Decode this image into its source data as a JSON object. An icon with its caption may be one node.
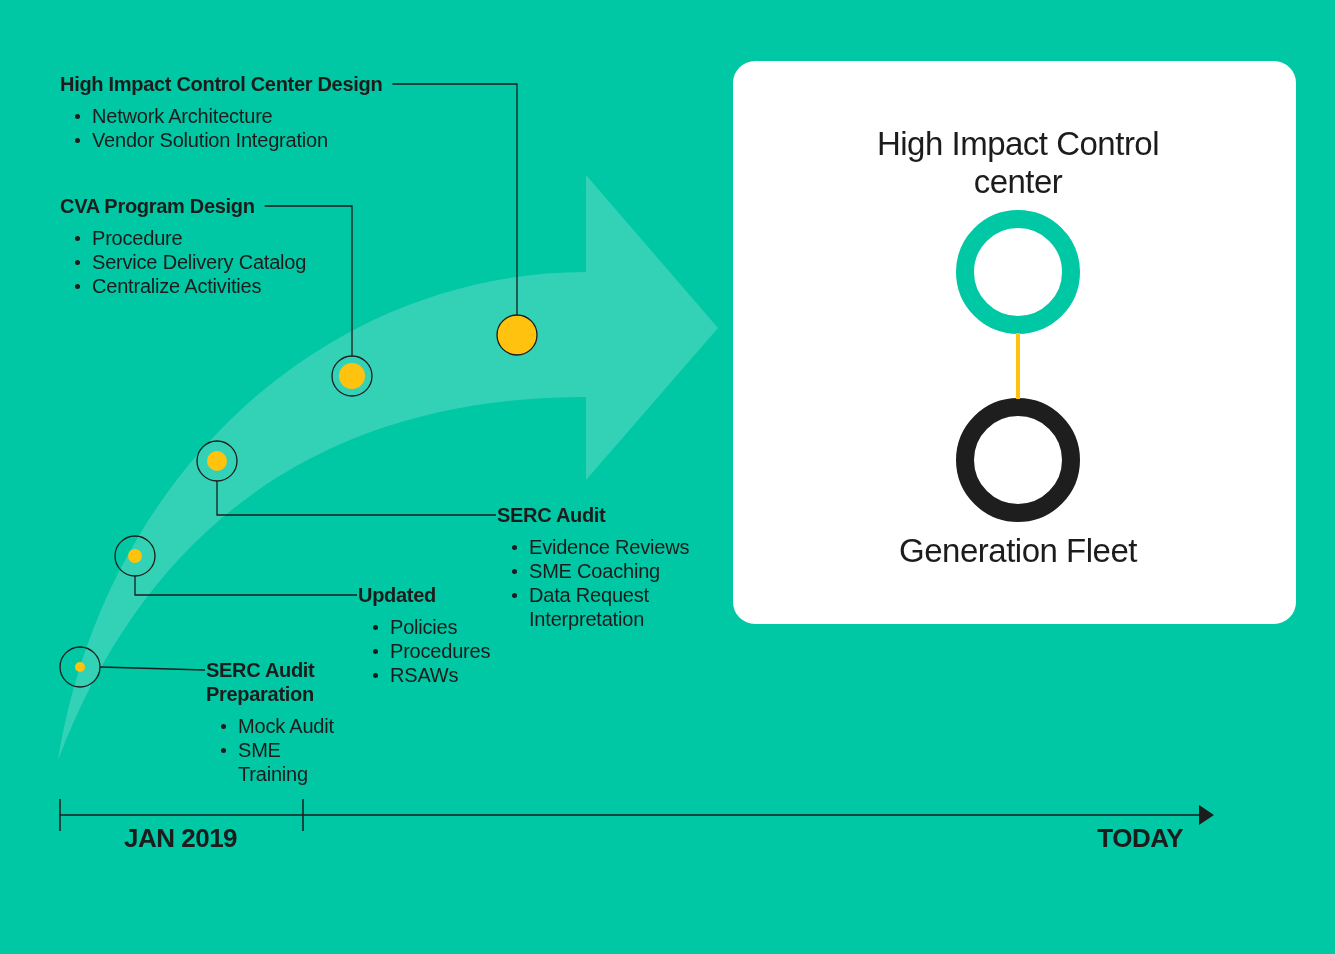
{
  "diagram": {
    "nodes": [
      {
        "text": [
          "High Impact Control Center Design",
          "Network Architecture",
          "Vendor Solution Integration"
        ]
      },
      {
        "text": [
          "CVA Program Design",
          "Procedure",
          "Service Delivery Catalog",
          "Centralize Activities"
        ]
      },
      {
        "text": [],
        "shape": "circle"
      },
      {
        "text": [],
        "shape": "circle"
      },
      {
        "text": [],
        "shape": "circle"
      },
      {
        "text": [
          "SERC Audit",
          "Evidence Reviews",
          "SME Coaching",
          "Data Request Interpretation"
        ]
      },
      {
        "text": [],
        "shape": "circle"
      },
      {
        "text": [
          "Updated",
          "Policies",
          "Procedures",
          "RSAWs"
        ]
      },
      {
        "text": [],
        "shape": "circle"
      },
      {
        "text": [
          "SERC Audit Preparation",
          "Mock Audit",
          "SME Training"
        ]
      },
      {
        "text": [],
        "shape": "box"
      },
      {
        "text": [],
        "shape": "circle",
        "in": 10,
        "beside": [
          "High Impact Control center"
        ]
      },
      {
        "text": [],
        "shape": "circle",
        "in": 10,
        "beside": [
          "Generation Fleet"
        ]
      }
    ],
    "edges": [
      {
        "from": 0,
        "to": 2,
        "arrow": "none"
      },
      {
        "from": 1,
        "to": 3,
        "arrow": "none"
      },
      {
        "from": 4,
        "to": 5,
        "arrow": "none"
      },
      {
        "from": 6,
        "to": 7,
        "arrow": "none"
      },
      {
        "from": 8,
        "to": 9,
        "arrow": "none"
      },
      {
        "from": 11,
        "to": 12,
        "arrow": "none",
        "style": "thick",
        "color": "#ffc20e"
      }
    ],
    "labels": [
      "JAN 2019",
      "TODAY"
    ]
  }
}
